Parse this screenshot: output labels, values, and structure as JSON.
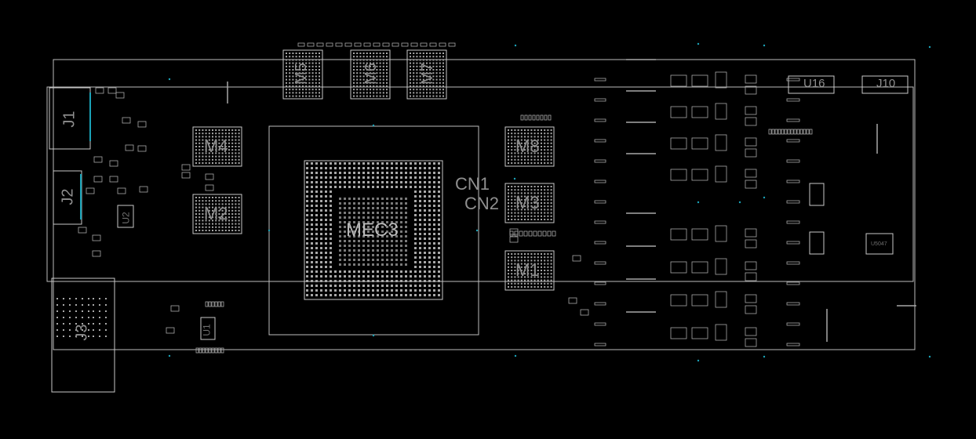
{
  "board": {
    "colors": {
      "background": "#000000",
      "outline": "#bdbdbd",
      "component": "#c8c8c8",
      "pad": "#a8a8a8",
      "text": "#8f8f8f",
      "accent": "#1aa3b8"
    },
    "labels": {
      "j1": "J1",
      "j2": "J2",
      "j3": "J3",
      "u1": "U1",
      "u2": "U2",
      "m1": "M1",
      "m2": "M2",
      "m3": "M3",
      "m4": "M4",
      "m5": "M5",
      "m6": "M6",
      "m7": "M7",
      "m8": "M8",
      "mec3": "MEC3",
      "cn1": "CN1",
      "cn2": "CN2",
      "j10": "J10",
      "u16": "U16",
      "u5047": "U5047"
    }
  }
}
